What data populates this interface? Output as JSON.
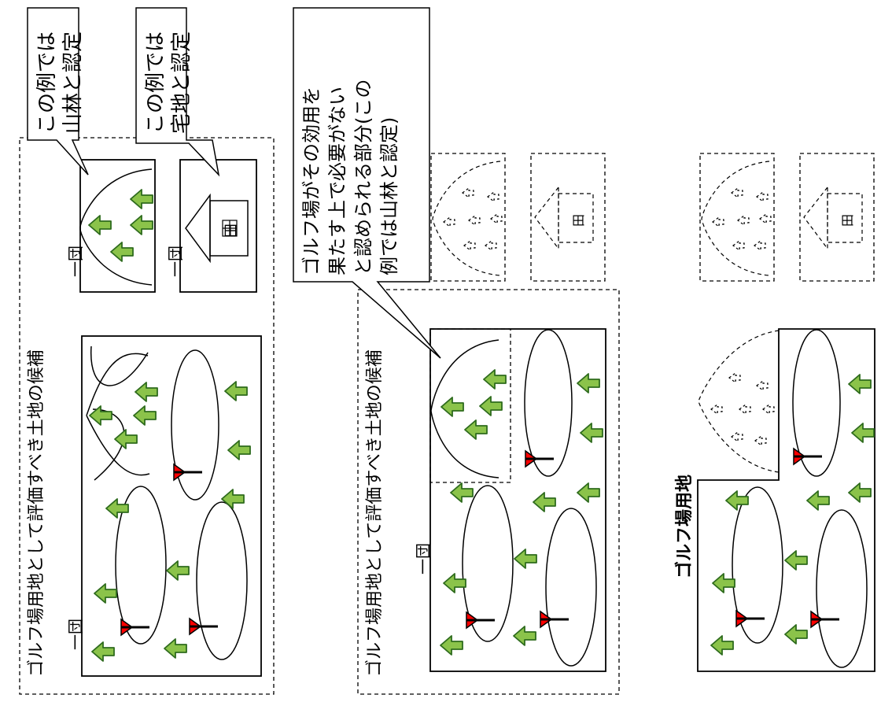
{
  "panel1": {
    "frame_label": "ゴルフ場用地として評価すべき土地の候補",
    "callout_forest": "この例では\n山林と認定",
    "callout_house": "この例では\n宅地と認定",
    "unit_main": "一団",
    "unit_forest": "一団",
    "unit_house": "一団",
    "house_window": "田"
  },
  "panel2": {
    "frame_label": "ゴルフ場用地として評価すべき土地の候補",
    "callout": "ゴルフ場がその効用を\n果たす上で必要がない\nと認められる部分(この\n例では山林と認定)",
    "unit_main": "一団",
    "house_window": "田"
  },
  "panel3": {
    "label": "ゴルフ場用地",
    "house_window": "田"
  },
  "colors": {
    "tree_fill": "#8bc34a",
    "tree_stroke": "#2e6b1d",
    "flag_fill": "#ff0000"
  }
}
